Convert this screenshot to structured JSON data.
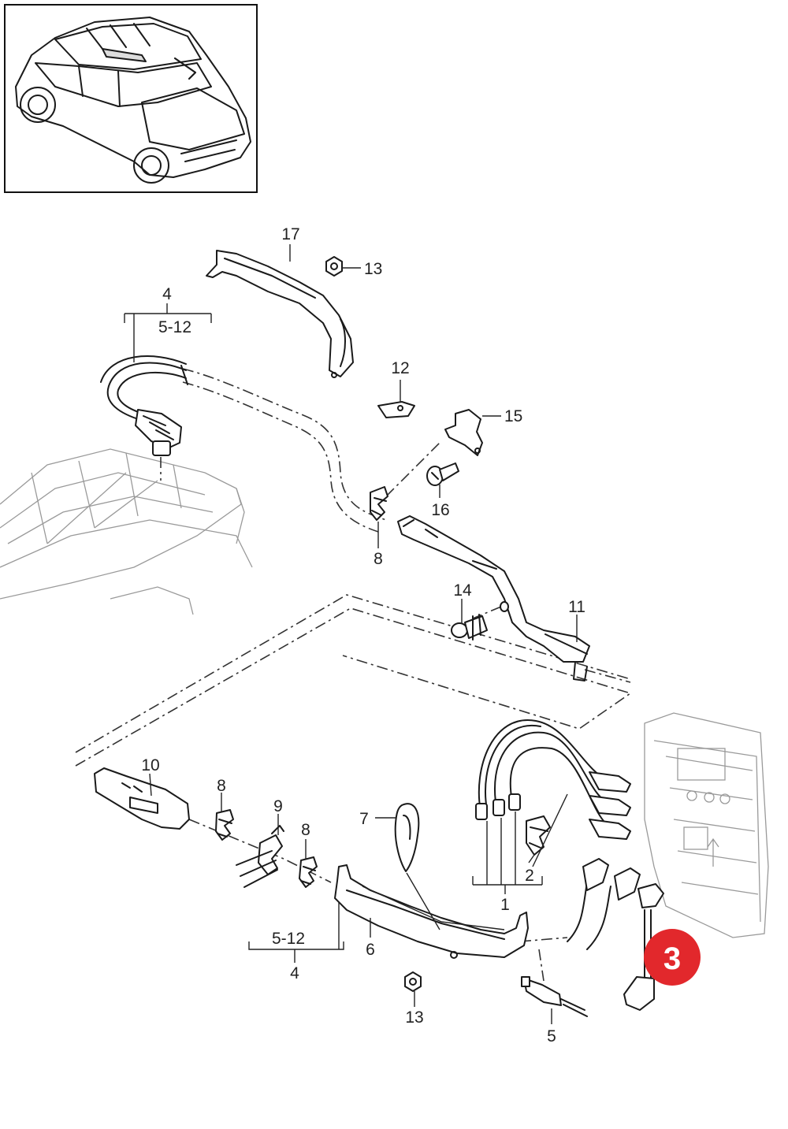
{
  "callouts": {
    "c17": "17",
    "c13_top": "13",
    "c4_top": "4",
    "c5_12_top": "5-12",
    "c12": "12",
    "c15": "15",
    "c16": "16",
    "c8_top": "8",
    "c14": "14",
    "c11": "11",
    "c10": "10",
    "c8_mid_left": "8",
    "c9": "9",
    "c8_mid_right": "8",
    "c7": "7",
    "c2": "2",
    "c1": "1",
    "c5_12_bottom": "5-12",
    "c4_bottom": "4",
    "c6": "6",
    "c13_bottom": "13",
    "c5": "5"
  },
  "highlight": {
    "label": "3",
    "color": "#e2282c"
  }
}
